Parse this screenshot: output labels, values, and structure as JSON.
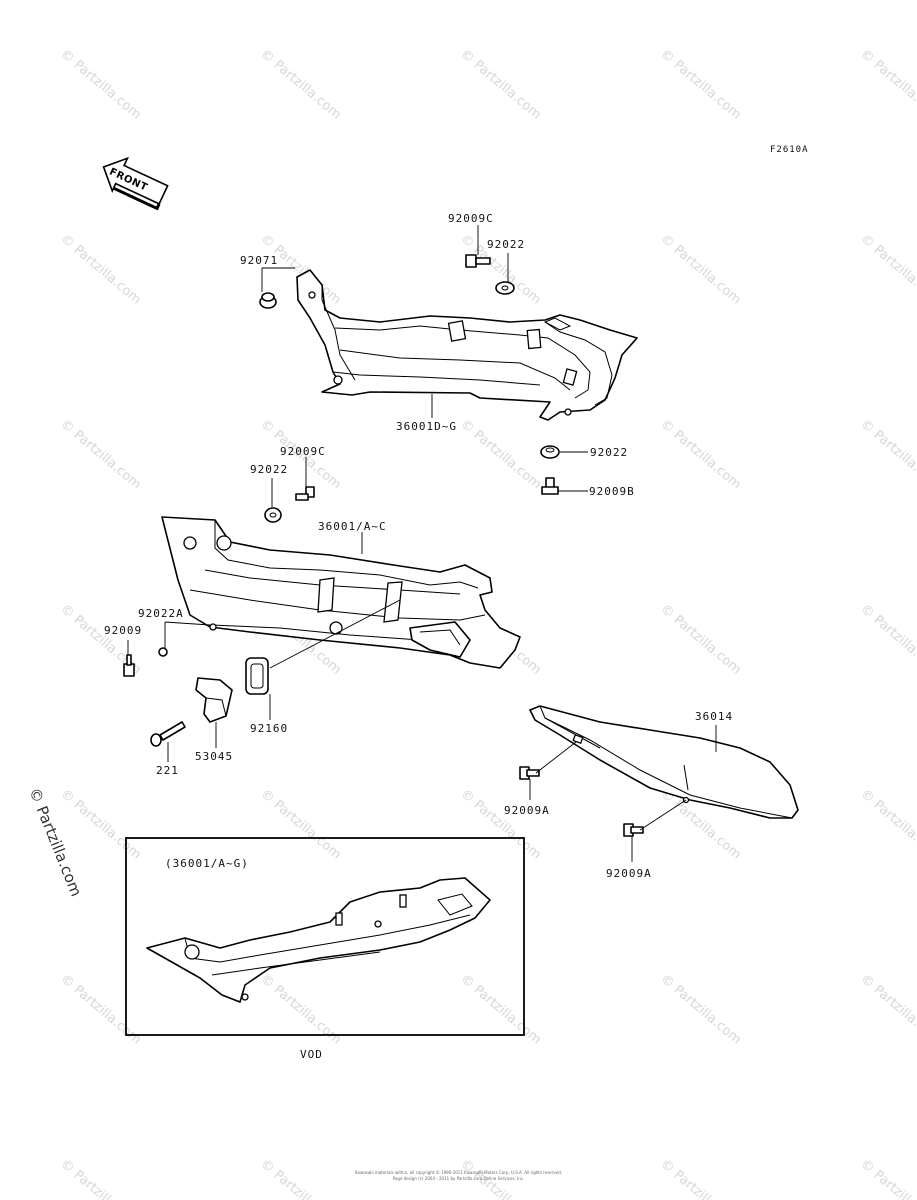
{
  "figure_code": "F2610A",
  "front_arrow_text": "FRONT",
  "watermark_text": "Partzilla.com",
  "side_watermark": "© Partzilla.com",
  "labels": {
    "p92009C_top": "92009C",
    "p92022_top": "92022",
    "p92071": "92071",
    "p36001DG": "36001D~G",
    "p92022_right": "92022",
    "p92009B": "92009B",
    "p92009C_mid": "92009C",
    "p92022_mid": "92022",
    "p36001AC": "36001/A~C",
    "p92022A": "92022A",
    "p92009": "92009",
    "p92160": "92160",
    "p53045": "53045",
    "p221": "221",
    "p36014": "36014",
    "p92009A_1": "92009A",
    "p92009A_2": "92009A"
  },
  "inset": {
    "title": "(36001/A~G)",
    "caption": "VOD"
  },
  "footer": {
    "line1": "Kawasaki materials within, all copyright © 1996-2011 Kawasaki Motors Corp. U.S.A. All rights reserved.",
    "line2": "Page design (c) 2004 - 2011 by Partzilla.com Online Services, Inc."
  }
}
